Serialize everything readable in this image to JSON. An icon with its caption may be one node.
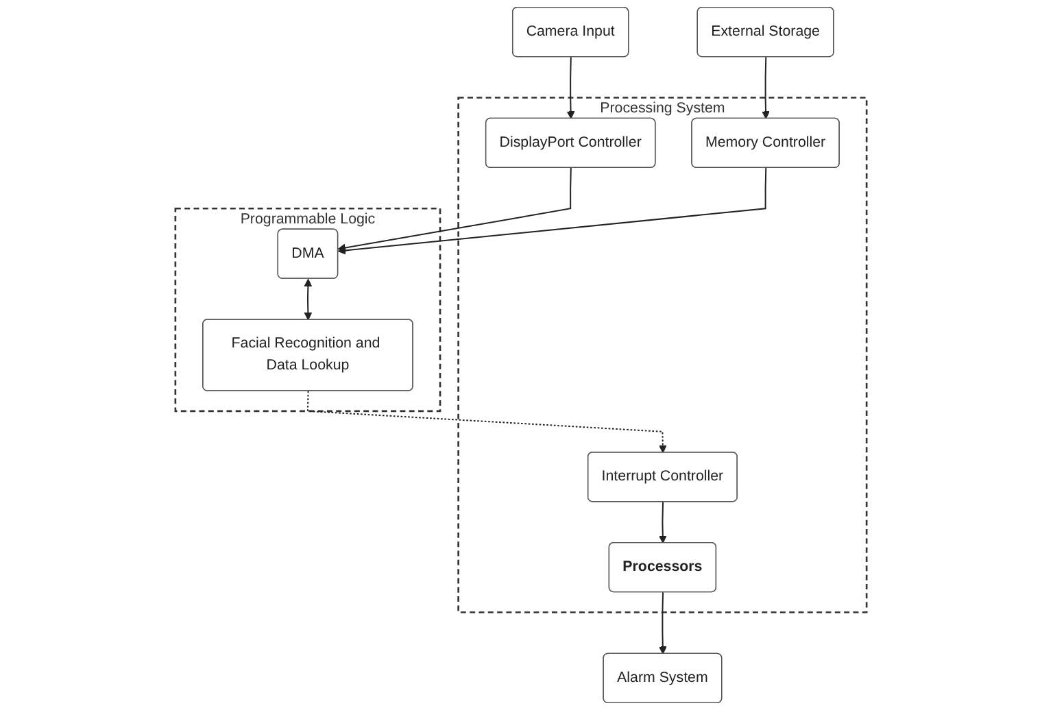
{
  "diagram": {
    "nodes": [
      {
        "text": [
          "Alarm System"
        ]
      },
      {
        "text": [
          "Camera Input"
        ]
      },
      {
        "text": [
          "External Storage"
        ]
      },
      {
        "text": [
          "Processing System"
        ]
      },
      {
        "text": [
          "Processors"
        ],
        "in": 3
      },
      {
        "text": [
          "DisplayPort Controller"
        ],
        "in": 3
      },
      {
        "text": [
          "Memory Controller"
        ],
        "in": 3
      },
      {
        "text": [
          "Interrupt Controller"
        ],
        "in": 3
      },
      {
        "text": [
          "Programmable Logic"
        ]
      },
      {
        "text": [
          "DMA"
        ],
        "in": 8
      },
      {
        "text": [
          "Facial Recognition and Data Lookup"
        ],
        "in": 8
      }
    ],
    "edges": [
      {
        "from": 4,
        "to": 0,
        "arrow": "to"
      },
      {
        "from": 1,
        "to": 5,
        "arrow": "to"
      },
      {
        "from": 2,
        "to": 6,
        "arrow": "to"
      },
      {
        "from": 7,
        "to": 4,
        "arrow": "to"
      },
      {
        "from": 5,
        "to": 9,
        "arrow": "to"
      },
      {
        "from": 6,
        "to": 9,
        "arrow": "to"
      },
      {
        "from": 9,
        "to": 10,
        "arrow": "both"
      },
      {
        "from": 10,
        "to": 7,
        "arrow": "to",
        "style": "dashed"
      }
    ]
  }
}
